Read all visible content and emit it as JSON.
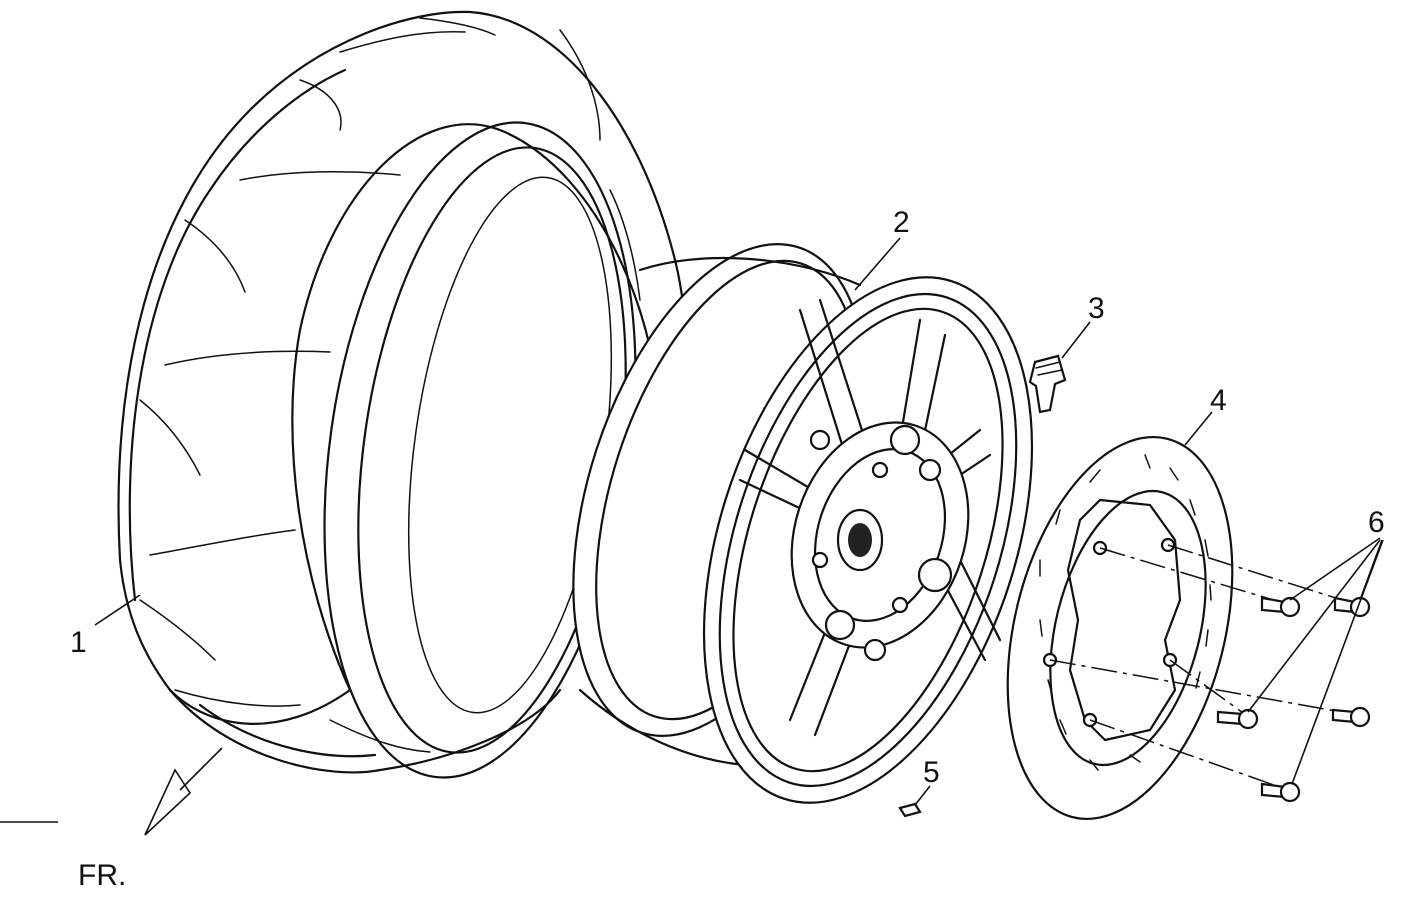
{
  "callouts": {
    "tire": "1",
    "rim": "2",
    "valve": "3",
    "brake_disc": "4",
    "balance_weight": "5",
    "disc_bolts": "6"
  },
  "direction": {
    "label": "FR."
  }
}
